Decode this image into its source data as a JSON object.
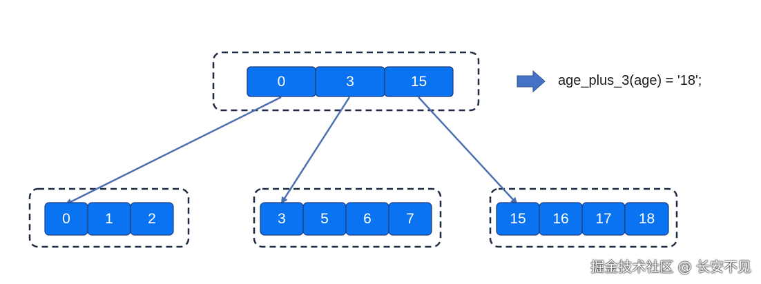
{
  "root_node": {
    "keys": [
      "0",
      "3",
      "15"
    ]
  },
  "leaf_nodes": [
    {
      "keys": [
        "0",
        "1",
        "2"
      ]
    },
    {
      "keys": [
        "3",
        "5",
        "6",
        "7"
      ]
    },
    {
      "keys": [
        "15",
        "16",
        "17",
        "18"
      ]
    }
  ],
  "query": {
    "arrow_icon": "right-arrow-icon",
    "text": "age_plus_3(age) = '18';"
  },
  "watermark": {
    "text": "掘金技术社区 @ 长安不见"
  },
  "colors": {
    "cell_fill": "#0a73f2",
    "edge": "#4b6fb0",
    "query_arrow": "#4472c4"
  }
}
